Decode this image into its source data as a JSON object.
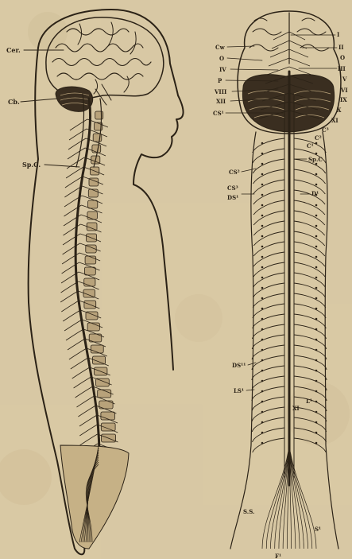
{
  "colors": {
    "paper": "#d9c9a4",
    "paper_dark": "#c9b68e",
    "ink": "#2b2216",
    "bone": "#b8a27a",
    "cerebellum_shade": "#3a2e20"
  },
  "left_figure": {
    "labels": {
      "cerebrum": "Cer.",
      "cerebellum": "Cb.",
      "spinal_cord": "Sp.C."
    }
  },
  "right_figure": {
    "left_labels": {
      "cw": "Cw",
      "o": "O",
      "iv": "IV",
      "p": "P",
      "viii": "VIII",
      "xii": "XII",
      "cs1": "CS¹",
      "cs2": "CS²",
      "cs3": "CS³",
      "ds1": "DS¹",
      "ds11": "DS¹¹",
      "ls1": "LS¹",
      "ss": "S.S."
    },
    "right_labels": {
      "i": "I",
      "ii": "II",
      "o": "O",
      "iii": "III",
      "v": "V",
      "vi": "VI",
      "ix": "IX",
      "x": "X",
      "xi": "XI",
      "c1": "C¹",
      "c2": "C²",
      "c3": "C³",
      "spc": "Sp.C",
      "d1": "D¹",
      "l1": "L¹",
      "xi_lower": "XI",
      "s1": "S¹",
      "f1": "F¹"
    }
  }
}
